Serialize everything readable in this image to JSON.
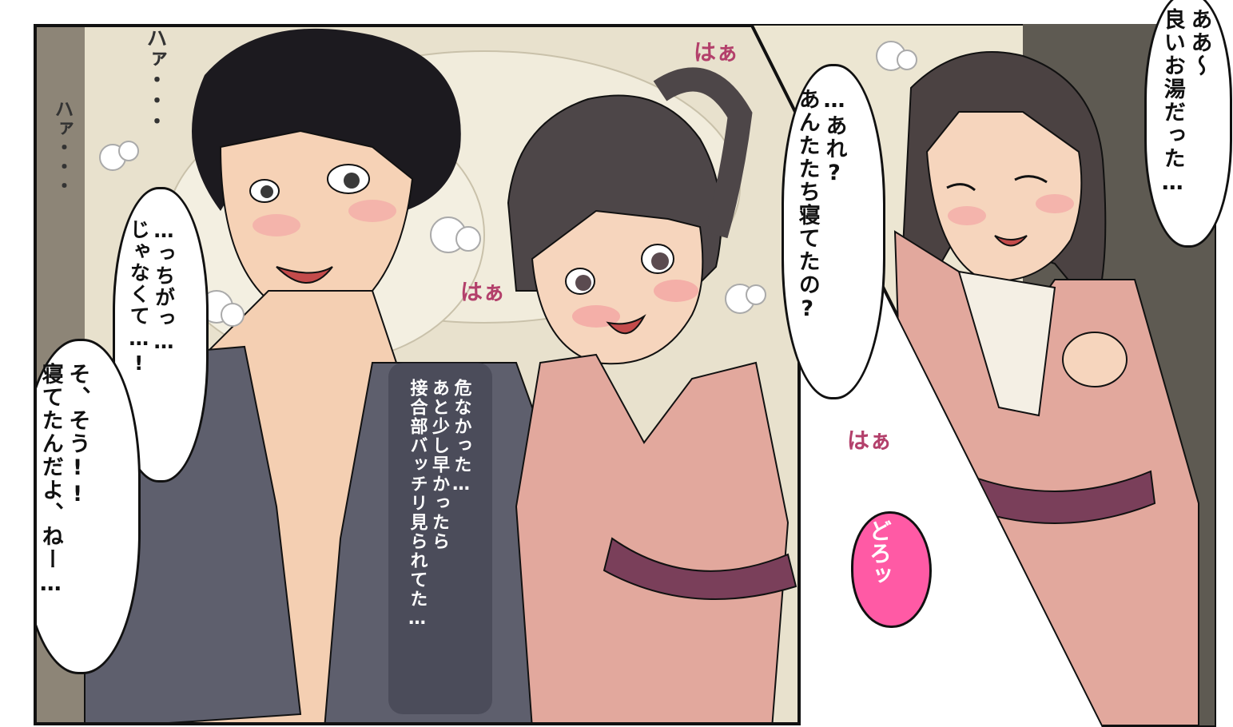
{
  "left_panel": {
    "sfx": {
      "ha_top": "ハァ・・・",
      "ha_left": "ハァ・・・",
      "haa_1": "はぁ",
      "haa_2": "はぁ",
      "haa_3": "はぁ",
      "doro": "どろッ"
    },
    "bubble_boy_1": "…っちがっ…\nじゃなくて…!",
    "bubble_boy_2": "そ、そう!!\n寝てたんだよ、ねー…",
    "monologue": "危なかった…\nあと少し早かったら\n接合部バッチリ見られてた…"
  },
  "right_panel": {
    "bubble_mother_1": "ああ〜\n良いお湯だった…",
    "bubble_mother_2": "…あれ?\nあんたたち寝てたの?"
  },
  "colors": {
    "border": "#111111",
    "bg_left": "#e9e2cf",
    "bg_right": "#ece6d2",
    "robe_gray": "#5c5c6a",
    "robe_pink": "#e0a49a",
    "sash": "#7a3f5a",
    "sfx_pink": "#ff5aa5",
    "skin": "#f6d3b8",
    "hair": "#1e1b1f"
  }
}
